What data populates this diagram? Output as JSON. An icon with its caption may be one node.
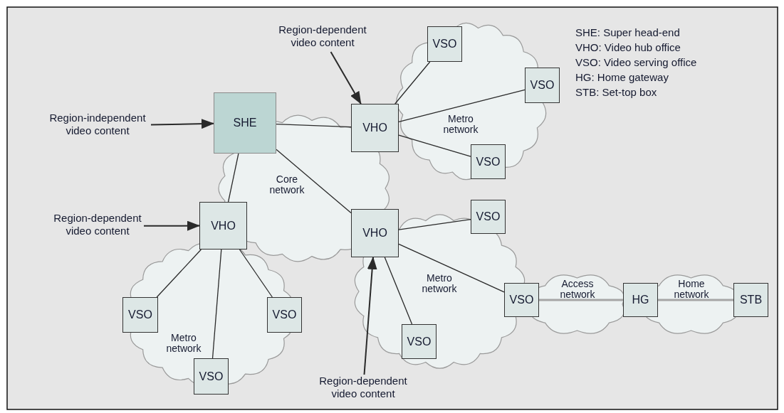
{
  "diagram": {
    "nodes": [
      {
        "text": [
          "Region-dependent video content"
        ]
      },
      {
        "text": [
          "VSO"
        ]
      },
      {
        "text": [
          "VSO"
        ]
      },
      {
        "text": [
          "Region-independent video content"
        ]
      },
      {
        "text": [
          "SHE"
        ]
      },
      {
        "text": [
          "VHO"
        ]
      },
      {
        "text": [
          "VSO"
        ]
      },
      {
        "text": [
          "VHO"
        ]
      },
      {
        "text": [
          "Region-dependent video content"
        ]
      },
      {
        "text": [
          "VSO"
        ]
      },
      {
        "text": [
          "VHO"
        ]
      },
      {
        "text": [
          "VSO"
        ]
      },
      {
        "text": [
          "VSO"
        ]
      },
      {
        "text": [
          "VSO"
        ]
      },
      {
        "text": [
          "HG"
        ]
      },
      {
        "text": [
          "STB"
        ]
      },
      {
        "text": [
          "VSO"
        ]
      },
      {
        "text": [
          "VSO"
        ]
      },
      {
        "text": [
          "Region-dependent video content"
        ]
      }
    ],
    "edges": [
      {
        "from": 0,
        "to": 5,
        "arrow": "to"
      },
      {
        "from": 3,
        "to": 4,
        "arrow": "to"
      },
      {
        "from": 8,
        "to": 7,
        "arrow": "to"
      },
      {
        "from": 18,
        "to": 10,
        "arrow": "to"
      },
      {
        "from": 4,
        "to": 5,
        "arrow": "none"
      },
      {
        "from": 4,
        "to": 7,
        "arrow": "none"
      },
      {
        "from": 4,
        "to": 10,
        "arrow": "none"
      },
      {
        "from": 5,
        "to": 1,
        "arrow": "none"
      },
      {
        "from": 5,
        "to": 2,
        "arrow": "none"
      },
      {
        "from": 5,
        "to": 6,
        "arrow": "none"
      },
      {
        "from": 7,
        "to": 11,
        "arrow": "none"
      },
      {
        "from": 7,
        "to": 12,
        "arrow": "none"
      },
      {
        "from": 7,
        "to": 17,
        "arrow": "none"
      },
      {
        "from": 10,
        "to": 9,
        "arrow": "none"
      },
      {
        "from": 10,
        "to": 13,
        "arrow": "none"
      },
      {
        "from": 10,
        "to": 16,
        "arrow": "none"
      },
      {
        "from": 13,
        "to": 14,
        "arrow": "none",
        "style": "thick",
        "color": "#a6a6a6"
      },
      {
        "from": 14,
        "to": 15,
        "arrow": "none",
        "style": "thick",
        "color": "#a6a6a6"
      }
    ],
    "labels": [
      "SHE: Super head-end",
      "VHO: Video hub office",
      "VSO: Video serving office",
      "HG: Home gateway",
      "STB: Set-top box",
      "Metro network",
      "Core network",
      "Metro network",
      "Metro network",
      "Access network",
      "Home network"
    ]
  }
}
